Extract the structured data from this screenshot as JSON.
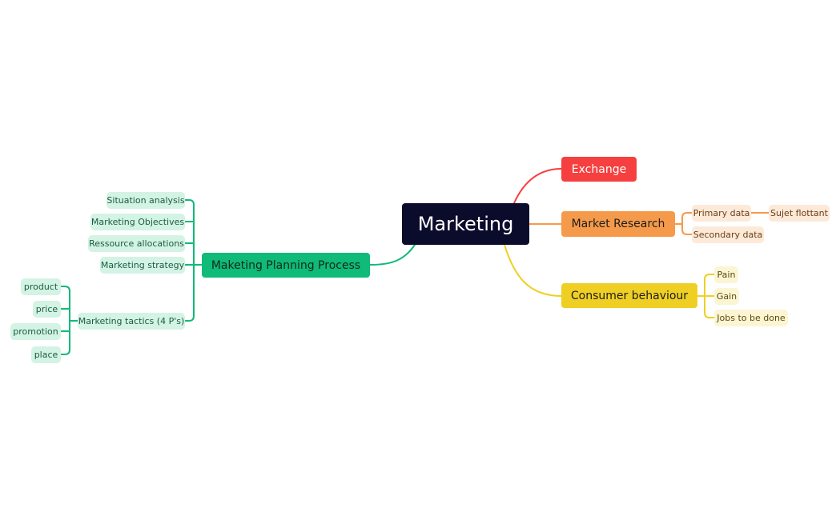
{
  "root": {
    "label": "Marketing"
  },
  "branches": {
    "exchange": {
      "label": "Exchange",
      "color": "#f5403f"
    },
    "market_research": {
      "label": "Market Research",
      "color": "#f59a4a",
      "primary_data": "Primary data",
      "sujet_flottant": "Sujet flottant",
      "secondary_data": "Secondary data"
    },
    "consumer_behaviour": {
      "label": "Consumer behaviour",
      "color": "#efcf24",
      "items": [
        "Pain",
        "Gain",
        "Jobs to be done"
      ]
    },
    "planning": {
      "label": "Maketing Planning Process",
      "color": "#10ba78",
      "items": [
        "Situation analysis",
        "Marketing Objectives",
        "Ressource allocations",
        "Marketing strategy",
        "Marketing tactics (4 P's)"
      ],
      "tactics": [
        "product",
        "price",
        "promotion",
        "place"
      ]
    }
  }
}
